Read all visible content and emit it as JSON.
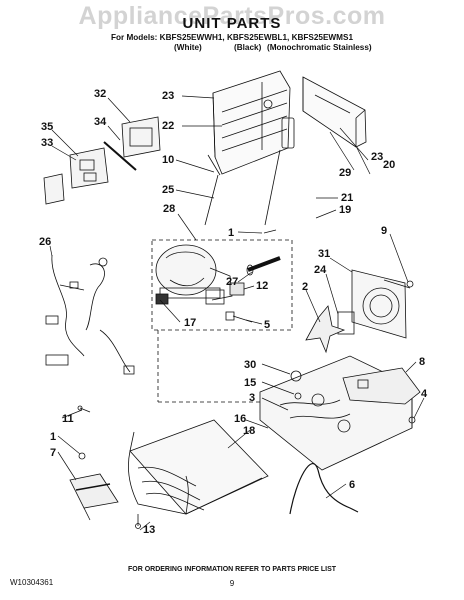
{
  "watermark": "AppliancePartsPros.com",
  "title": "UNIT PARTS",
  "models_line": "For Models: KBFS25EWWH1, KBFS25EWBL1, KBFS25EWMS1",
  "variants": [
    "(White)",
    "(Black)",
    "(Monochromatic Stainless)"
  ],
  "callouts": [
    "32",
    "34",
    "35",
    "33",
    "23",
    "22",
    "10",
    "25",
    "28",
    "1",
    "27",
    "12",
    "17",
    "5",
    "26",
    "20",
    "29",
    "23",
    "21",
    "19",
    "9",
    "31",
    "24",
    "2",
    "8",
    "30",
    "15",
    "3",
    "4",
    "11",
    "1",
    "7",
    "16",
    "18",
    "6",
    "13"
  ],
  "footer_note": "FOR ORDERING INFORMATION REFER TO PARTS PRICE LIST",
  "doc_id": "W10304361",
  "page_number": "9"
}
